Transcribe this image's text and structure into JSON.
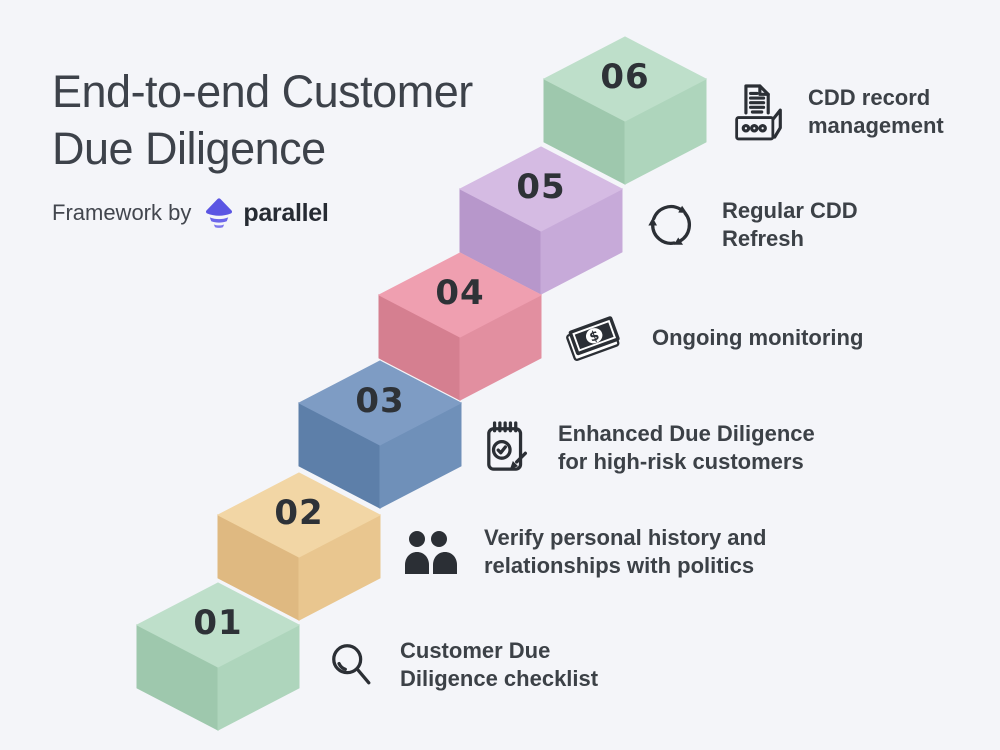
{
  "background_color": "#f4f5f9",
  "header": {
    "title": "End-to-end Customer\nDue Diligence",
    "title_color": "#3d424a",
    "byline": "Framework by",
    "brand": "parallel",
    "brand_color": "#262b33",
    "logo_icon": "parallel-logo-icon",
    "logo_color": "#5b55e3"
  },
  "number_color": "#2e3237",
  "label_color": "#3c4147",
  "icon_color": "#2b2f35",
  "steps": [
    {
      "number": "01",
      "label": "Customer Due\nDiligence checklist",
      "icon": "magnifier-icon",
      "colors": {
        "top": "#bedfca",
        "left": "#9ec8ad",
        "right": "#aed5bc"
      }
    },
    {
      "number": "02",
      "label": "Verify personal history and\nrelationships with politics",
      "icon": "people-icon",
      "colors": {
        "top": "#f2d6a5",
        "left": "#dfb981",
        "right": "#e9c68f"
      }
    },
    {
      "number": "03",
      "label": "Enhanced Due Diligence\nfor high-risk customers",
      "icon": "checklist-pencil-icon",
      "colors": {
        "top": "#7e9cc4",
        "left": "#5d7fa9",
        "right": "#6f90b9"
      }
    },
    {
      "number": "04",
      "label": "Ongoing monitoring",
      "icon": "money-icon",
      "colors": {
        "top": "#ef9fb0",
        "left": "#d57f90",
        "right": "#e28fa0"
      }
    },
    {
      "number": "05",
      "label": "Regular CDD\nRefresh",
      "icon": "refresh-icon",
      "colors": {
        "top": "#d5bbe3",
        "left": "#b797cb",
        "right": "#c7aad9"
      }
    },
    {
      "number": "06",
      "label": "CDD record\nmanagement",
      "icon": "archive-icon",
      "colors": {
        "top": "#bedfca",
        "left": "#9ec8ad",
        "right": "#aed5bc"
      }
    }
  ]
}
